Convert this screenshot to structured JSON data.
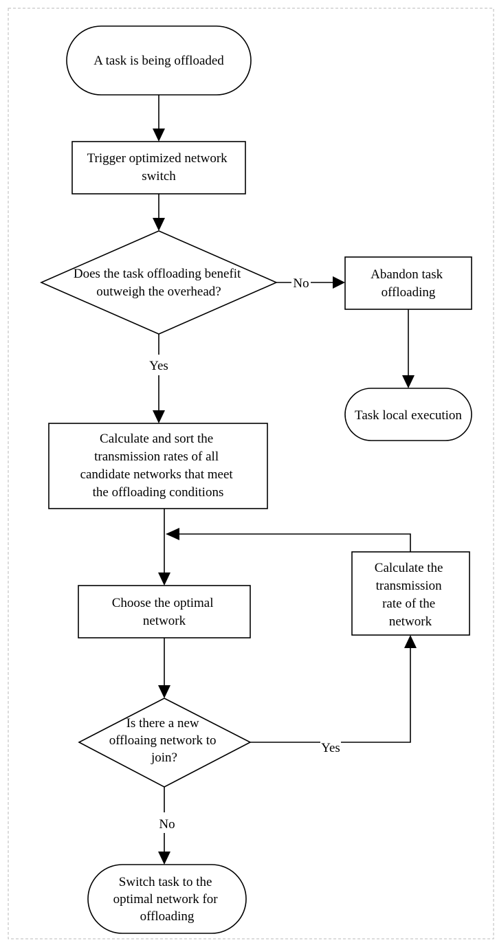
{
  "nodes": {
    "start": "A task is being offloaded",
    "trigger": [
      "Trigger optimized network",
      "switch"
    ],
    "decision_benefit": [
      "Does the task offloading benefit",
      "outweigh the overhead?"
    ],
    "abandon": [
      "Abandon task",
      "offloading"
    ],
    "local": "Task local execution",
    "calculate_sort": [
      "Calculate and sort the",
      "transmission rates of all",
      "candidate networks that meet",
      "the offloading conditions"
    ],
    "choose": [
      "Choose the optimal",
      "network"
    ],
    "calc_rate": [
      "Calculate the",
      "transmission",
      "rate of the",
      "network"
    ],
    "decision_new": [
      "Is there a new",
      "offloaing network to",
      "join?"
    ],
    "switch": [
      "Switch task to the",
      "optimal network for",
      "offloading"
    ]
  },
  "edges": {
    "no_1": "No",
    "yes_1": "Yes",
    "yes_2": "Yes",
    "no_2": "No"
  }
}
